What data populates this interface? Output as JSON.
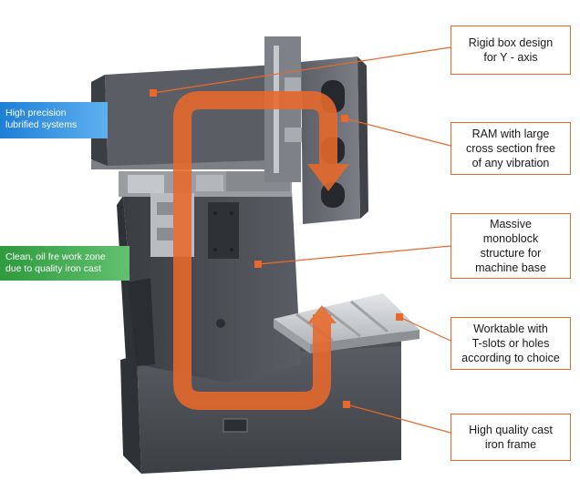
{
  "callouts": {
    "rigid_box": "Rigid box design\nfor Y - axis",
    "ram": "RAM with large\ncross section free\nof any vibration",
    "monoblock": "Massive\nmonoblock\nstructure for\nmachine base",
    "worktable": "Worktable with\nT-slots or holes\naccording to choice",
    "cast_frame": "High quality cast\niron frame"
  },
  "side_tags": {
    "lubrified": "High precision\nlubrified systems",
    "clean_zone": "Clean, oil fre work zone\ndue to quality iron cast"
  },
  "colors": {
    "accent": "#e8692b",
    "lubrified_tag": "#2a8ad8",
    "clean_tag": "#3aa64a",
    "machine_dark": "#4a4d52",
    "machine_light": "#8d9096"
  }
}
